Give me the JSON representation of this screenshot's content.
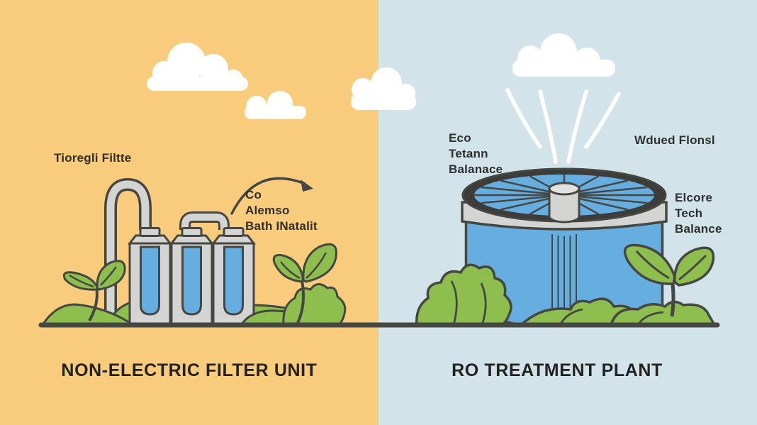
{
  "colors": {
    "left_bg": "#F8CC7C",
    "right_bg": "#D2E4E9",
    "plant_green": "#8DBE4E",
    "machine_grey": "#D4D4D2",
    "water_blue": "#66AEDF",
    "outline_dark": "#454743",
    "text_dark": "#2E2E2E"
  },
  "left_panel": {
    "title": "NON-ELECTRIC FILTER UNIT",
    "filter_label": "Tioregli Filtte",
    "annotation_lines": [
      "Co",
      "Alemso",
      "Bath INatalit"
    ]
  },
  "right_panel": {
    "title": "RO TREATMENT PLANT",
    "eco_label_lines": [
      "Eco",
      "Tetann",
      "Balanace"
    ],
    "water_label": "Wdued Flonsl",
    "tech_label_lines": [
      "Elcore",
      "Tech",
      "Balance"
    ]
  }
}
